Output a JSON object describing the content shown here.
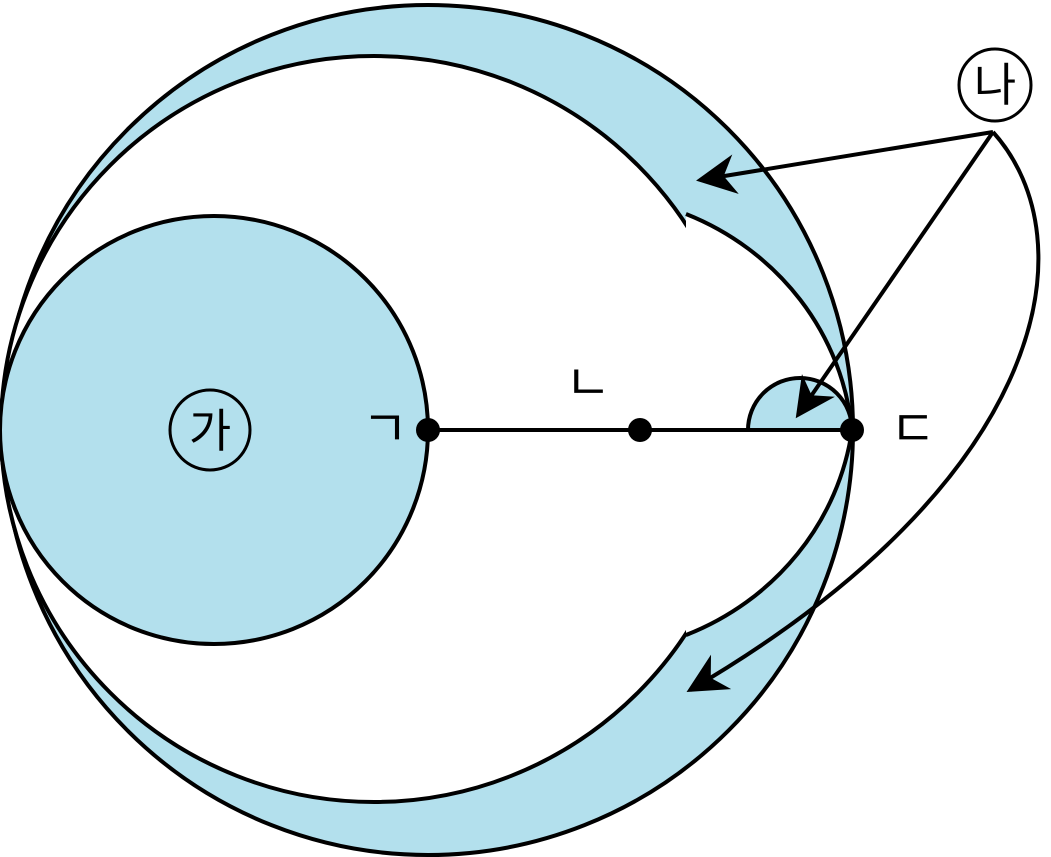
{
  "diagram": {
    "shade_color": "#b3e0ed",
    "line_color": "#000000",
    "regions": {
      "ga": "가",
      "na": "나"
    },
    "points": {
      "gieok": "ㄱ",
      "nieun": "ㄴ",
      "digeut": "ㄷ"
    }
  }
}
